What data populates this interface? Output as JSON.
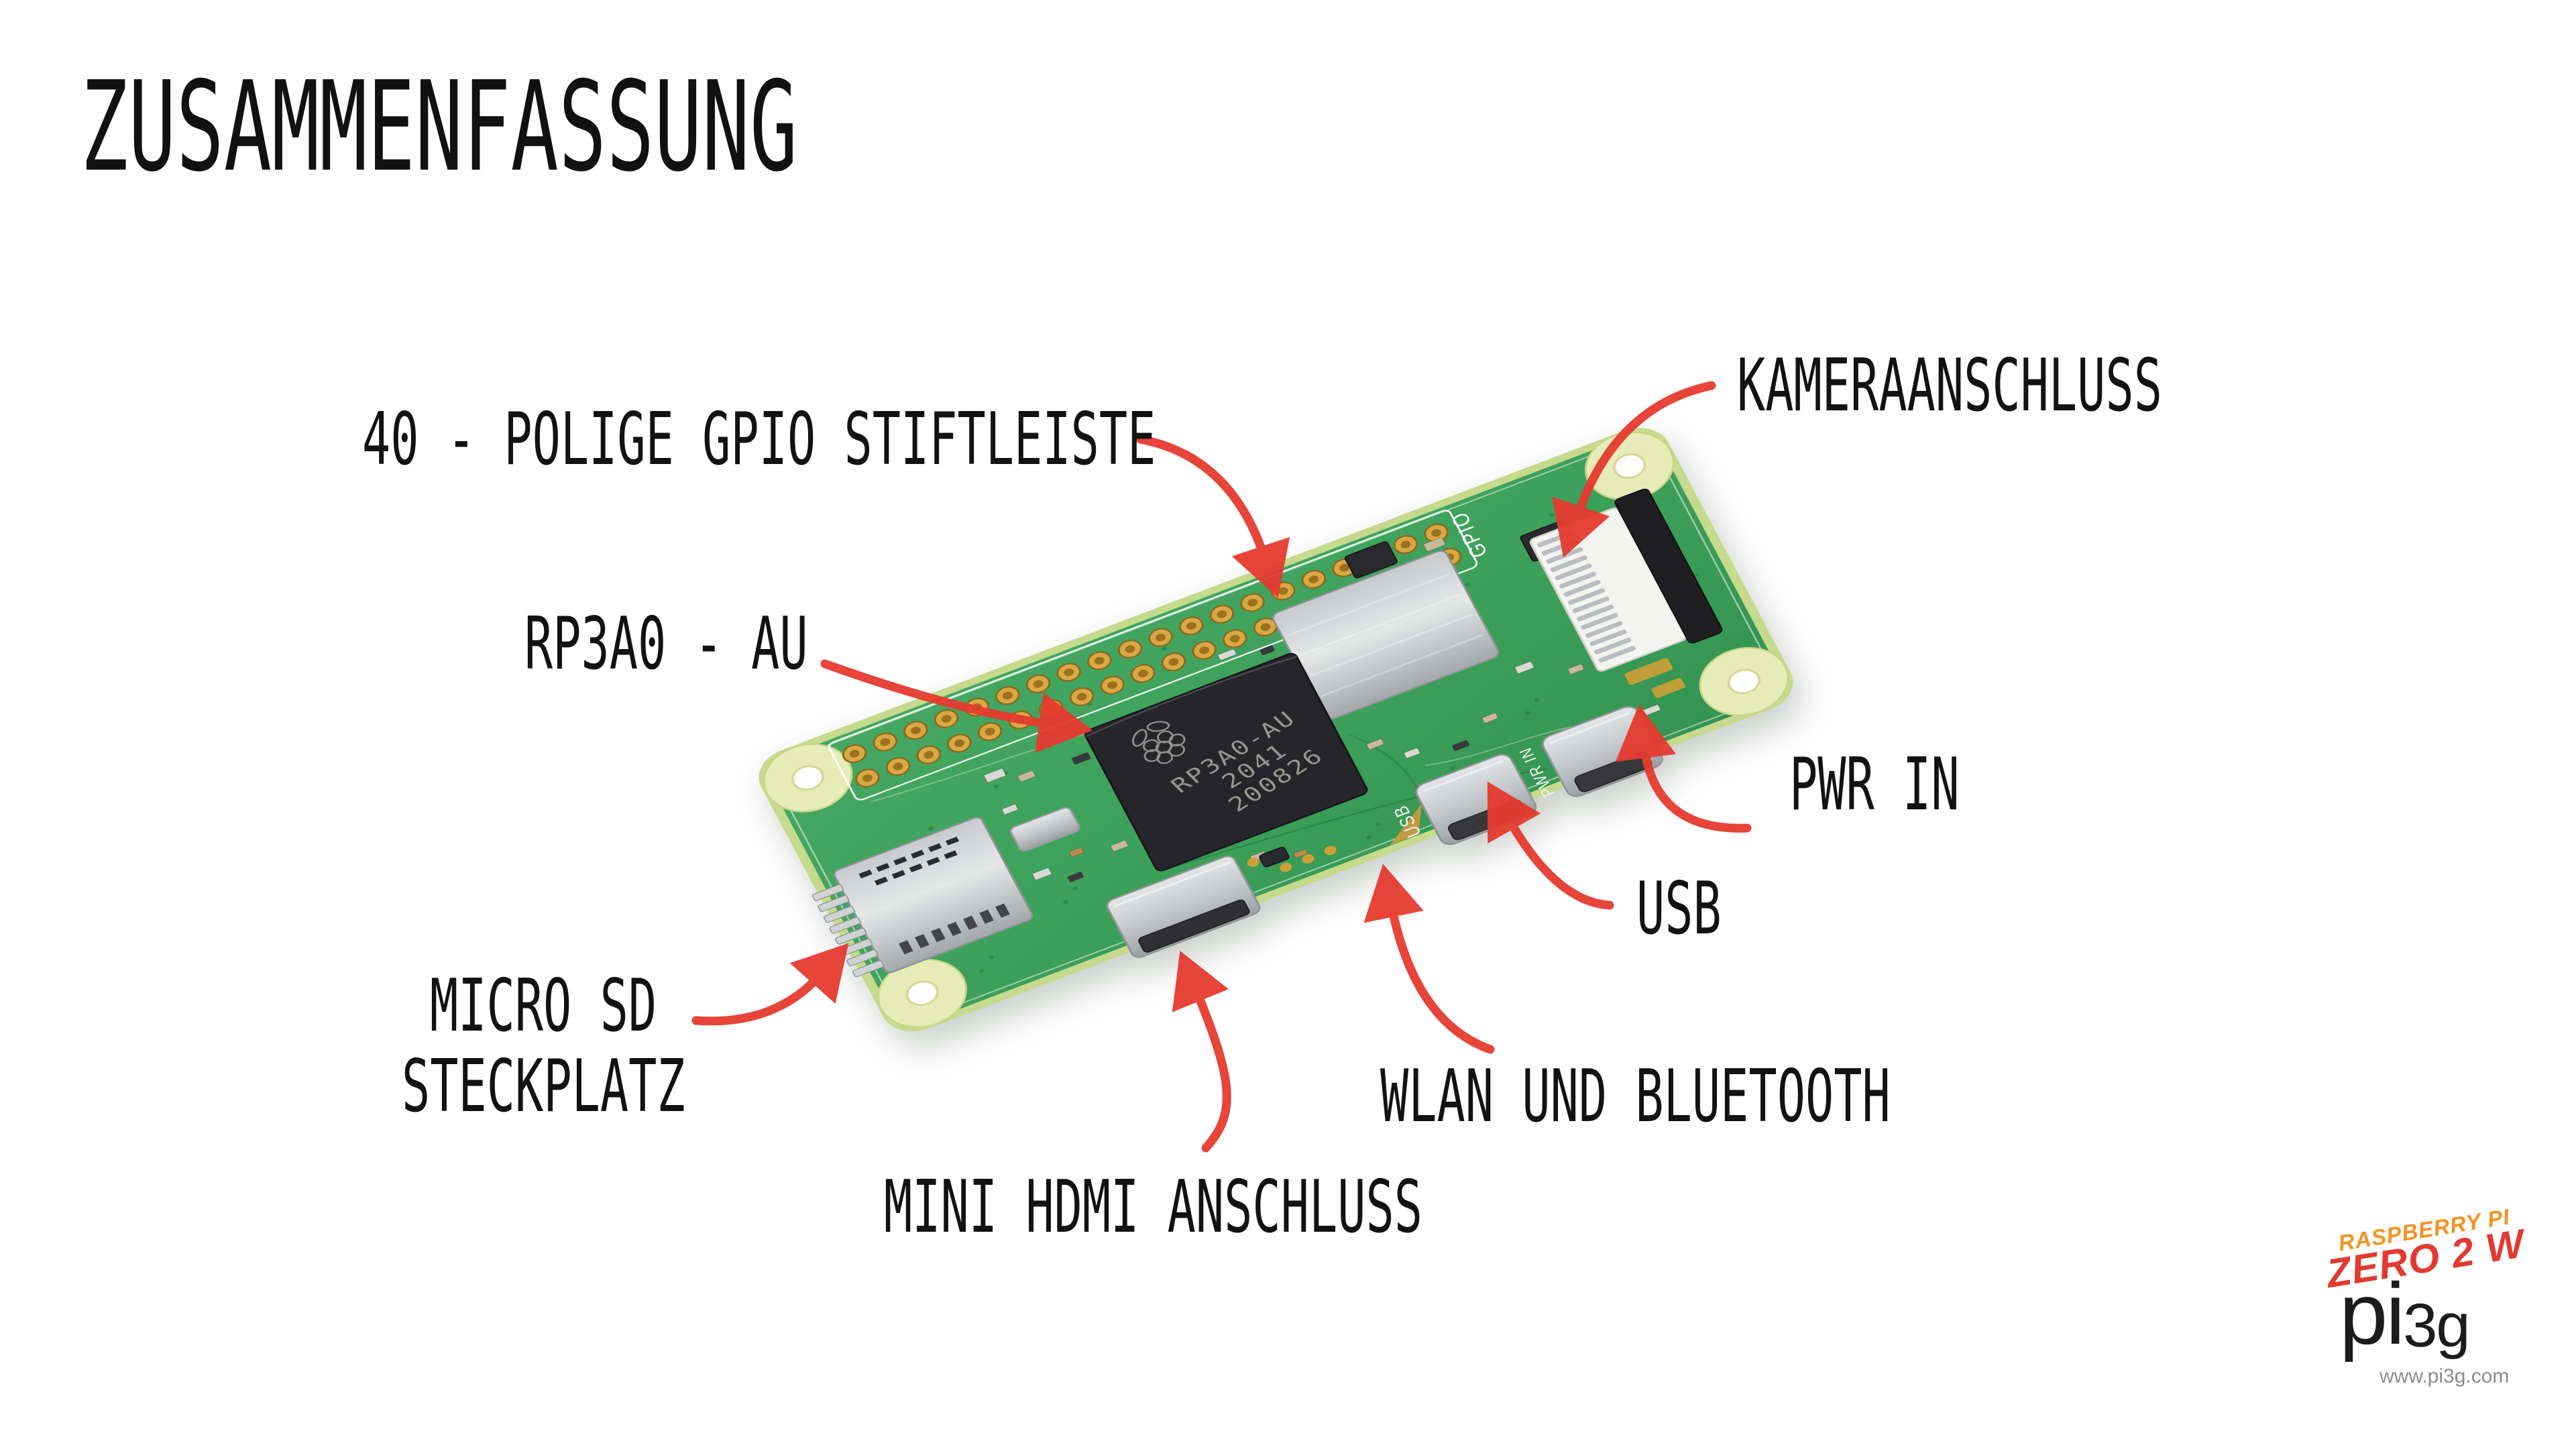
{
  "slide": {
    "title": "ZUSAMMENFASSUNG"
  },
  "labels": {
    "gpio": "40 - POLIGE GPIO STIFTLEISTE",
    "camera": "KAMERAANSCHLUSS",
    "soc": "RP3A0 - AU",
    "pwr": "PWR IN",
    "usb": "USB",
    "wlan": "WLAN UND BLUETOOTH",
    "microsd_line1": "MICRO SD",
    "microsd_line2": "STECKPLATZ",
    "hdmi": "MINI HDMI ANSCHLUSS"
  },
  "board": {
    "silkscreen": {
      "gpio": "GPIO",
      "usb": "USB",
      "pwr": "PWR IN"
    },
    "chip": {
      "line1": "RP3A0-AU",
      "line2": "2041",
      "line3": "200826"
    }
  },
  "logo": {
    "brand_top": "RASPBERRY PI",
    "brand_mid": "ZERO 2 W",
    "wordmark": "pi",
    "wordmark_sup": "3g",
    "url": "www.pi3g.com"
  },
  "colors": {
    "arrow_red": "#e63b30",
    "pcb_green": "#3da05a",
    "pcb_edge": "#c5da8c",
    "chip_black": "#26262a",
    "gold": "#d2a23c",
    "brand_orange": "#f6921e",
    "brand_red": "#e23a31",
    "text": "#121212",
    "url_gray": "#8c8c8c"
  }
}
